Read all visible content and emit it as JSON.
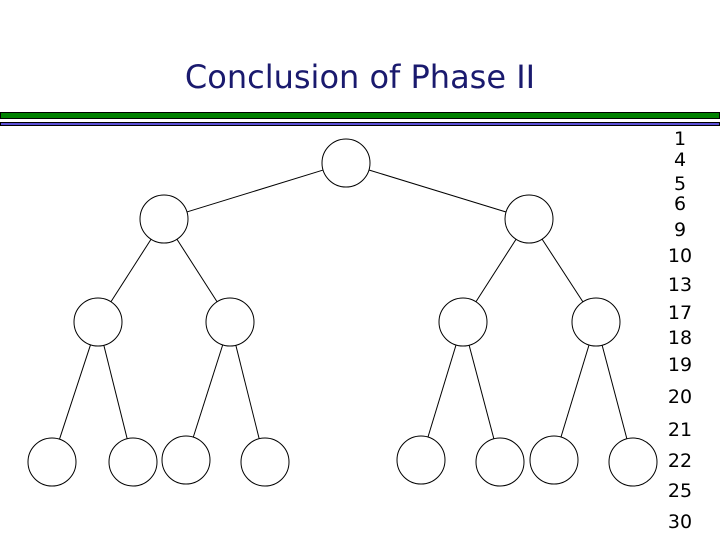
{
  "title": "Conclusion of Phase II",
  "sorted_list": [
    "1",
    "4",
    "5",
    "6",
    "9",
    "10",
    "13",
    "17",
    "18",
    "19",
    "20",
    "21",
    "22",
    "25",
    "30"
  ]
}
